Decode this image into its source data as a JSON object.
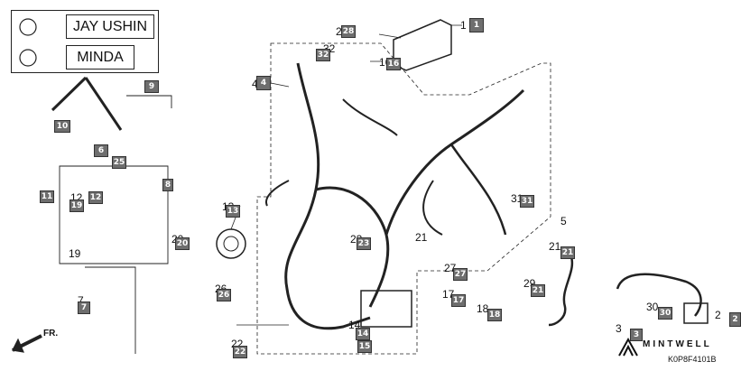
{
  "brands": {
    "first": "JAY USHIN",
    "second": "MINDA"
  },
  "callouts": [
    {
      "id": "c1",
      "text": "1",
      "badge": "1"
    },
    {
      "id": "c2",
      "text": "2",
      "badge": "2"
    },
    {
      "id": "c3",
      "text": "3",
      "badge": "3"
    },
    {
      "id": "c4",
      "text": "4",
      "badge": "4"
    },
    {
      "id": "c5",
      "text": "5"
    },
    {
      "id": "c6",
      "badge": "6"
    },
    {
      "id": "c7",
      "text": "7",
      "badge": "7"
    },
    {
      "id": "c8",
      "badge": "8"
    },
    {
      "id": "c9",
      "badge": "9"
    },
    {
      "id": "c10",
      "badge": "10"
    },
    {
      "id": "c11",
      "badge": "11"
    },
    {
      "id": "c12",
      "text": "12",
      "badge": "12"
    },
    {
      "id": "c13",
      "text": "13",
      "badge": "13"
    },
    {
      "id": "c14",
      "text": "14",
      "badge": "14"
    },
    {
      "id": "c15",
      "badge": "15"
    },
    {
      "id": "c16",
      "text": "16",
      "badge": "16"
    },
    {
      "id": "c17",
      "text": "17",
      "badge": "17"
    },
    {
      "id": "c18",
      "text": "18",
      "badge": "18"
    },
    {
      "id": "c19",
      "text": "19",
      "badge": "19"
    },
    {
      "id": "c20",
      "text": "20",
      "badge": "20"
    },
    {
      "id": "c21",
      "text": "21",
      "badge": "21"
    },
    {
      "id": "c22",
      "text": "22",
      "badge": "22"
    },
    {
      "id": "c23",
      "text": "23",
      "badge": "23"
    },
    {
      "id": "c25",
      "badge": "25"
    },
    {
      "id": "c26",
      "text": "26",
      "badge": "26"
    },
    {
      "id": "c27",
      "text": "27",
      "badge": "27"
    },
    {
      "id": "c28",
      "text": "28",
      "badge": "28"
    },
    {
      "id": "c29",
      "text": "29"
    },
    {
      "id": "c30",
      "text": "30",
      "badge": "30"
    },
    {
      "id": "c31",
      "text": "31",
      "badge": "31"
    },
    {
      "id": "c32",
      "text": "32",
      "badge": "32"
    }
  ],
  "logo": "MINTWELL",
  "diagram_code": "K0P8F4101B",
  "direction": "FR.",
  "colors": {
    "badge": "#6e6e6e",
    "line": "#222222"
  }
}
